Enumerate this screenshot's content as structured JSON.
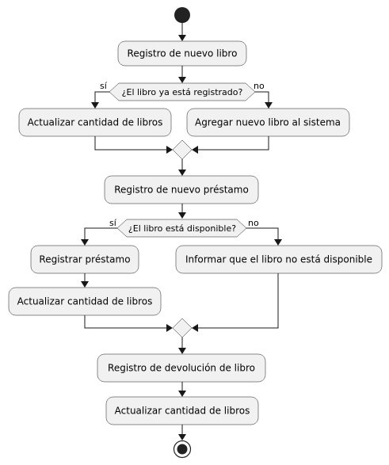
{
  "diagram": {
    "actions": {
      "registro_libro": "Registro de nuevo libro",
      "actualizar_1": "Actualizar cantidad de libros",
      "agregar_libro": "Agregar nuevo libro al sistema",
      "registro_prestamo": "Registro de nuevo préstamo",
      "registrar_prestamo": "Registrar préstamo",
      "actualizar_2": "Actualizar cantidad de libros",
      "informar_no_disponible": "Informar que el libro no está disponible",
      "registro_devolucion": "Registro de devolución de libro",
      "actualizar_3": "Actualizar cantidad de libros"
    },
    "decisions": {
      "ya_registrado": {
        "question": "¿El libro ya está registrado?",
        "yes": "sí",
        "no": "no"
      },
      "disponible": {
        "question": "¿El libro está disponible?",
        "yes": "sí",
        "no": "no"
      }
    }
  }
}
